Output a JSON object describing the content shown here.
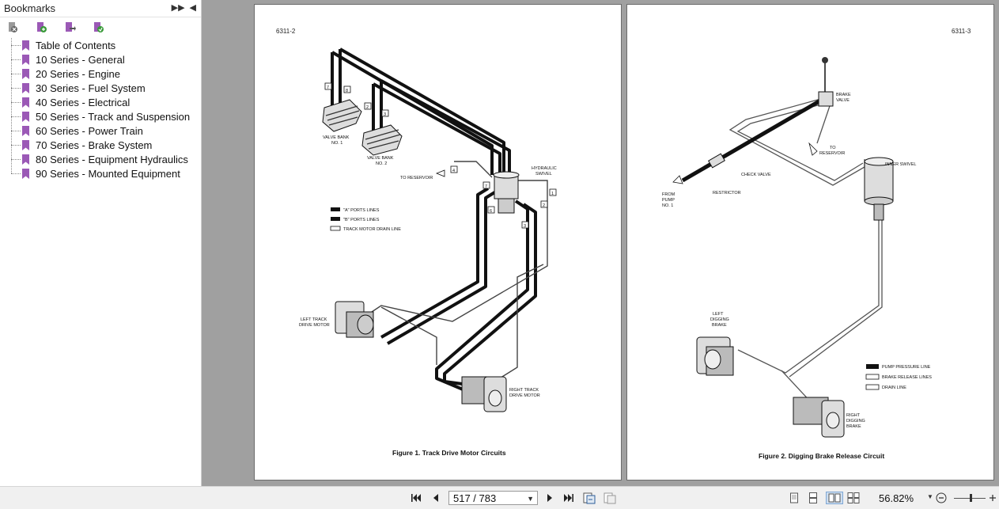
{
  "sidebar": {
    "title": "Bookmarks",
    "items": [
      {
        "label": "Table of Contents"
      },
      {
        "label": "10 Series - General"
      },
      {
        "label": "20 Series - Engine"
      },
      {
        "label": "30 Series - Fuel System"
      },
      {
        "label": "40 Series - Electrical"
      },
      {
        "label": "50 Series - Track and Suspension"
      },
      {
        "label": "60 Series - Power Train"
      },
      {
        "label": "70 Series - Brake System"
      },
      {
        "label": "80 Series - Equipment Hydraulics"
      },
      {
        "label": "90 Series - Mounted Equipment"
      }
    ]
  },
  "page_left": {
    "number": "6311-2",
    "caption": "Figure 1. Track Drive Motor Circuits",
    "labels": {
      "valve_bank_1a": "VALVE BANK",
      "valve_bank_1b": "NO. 1",
      "valve_bank_2a": "VALVE BANK",
      "valve_bank_2b": "NO. 2",
      "to_reservoir": "TO RESERVOIR",
      "hyd_swivel_a": "HYDRAULIC",
      "hyd_swivel_b": "SWIVEL",
      "legend_a": "\"A\" PORTS LINES",
      "legend_b": "\"B\" PORTS LINES",
      "legend_drain": "TRACK MOTOR DRAIN LINE",
      "left_track_a": "LEFT TRACK",
      "left_track_b": "DRIVE MOTOR",
      "right_track_a": "RIGHT TRACK",
      "right_track_b": "DRIVE MOTOR",
      "n1": "1",
      "n2": "2",
      "n3": "3",
      "n4": "4",
      "n5": "5",
      "n6": "6",
      "n7": "7",
      "n8": "8"
    }
  },
  "page_right": {
    "number": "6311-3",
    "caption": "Figure 2. Digging Brake Release Circuit",
    "labels": {
      "brake_valve_a": "BRAKE",
      "brake_valve_b": "VALVE",
      "to_reservoir_a": "TO",
      "to_reservoir_b": "RESERVOIR",
      "inner_swivel": "INNER SWIVEL",
      "check_valve": "CHECK VALVE",
      "restrictor": "RESTRICTOR",
      "from_pump_a": "FROM",
      "from_pump_b": "PUMP",
      "from_pump_c": "NO. 1",
      "left_brake_a": "LEFT",
      "left_brake_b": "DIGGING",
      "left_brake_c": "BRAKE",
      "right_brake_a": "RIGHT",
      "right_brake_b": "DIGGING",
      "right_brake_c": "BRAKE",
      "legend_pump": "PUMP PRESSURE LINE",
      "legend_release": "BRAKE RELEASE LINES",
      "legend_drain": "DRAIN LINE"
    }
  },
  "statusbar": {
    "page_indicator": "517 / 783",
    "zoom": "56.82%"
  }
}
